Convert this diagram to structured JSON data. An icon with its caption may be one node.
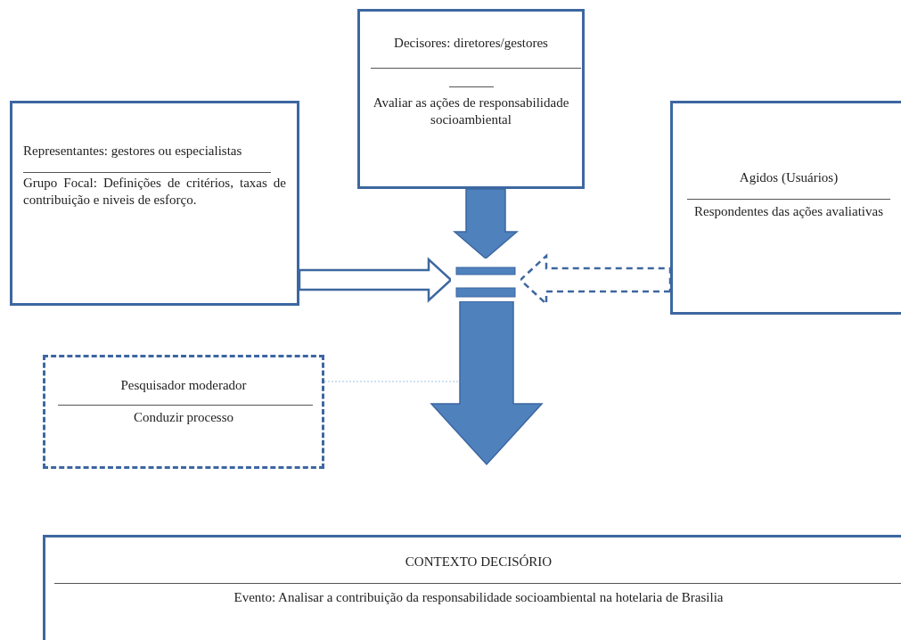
{
  "diagram": {
    "nodes": [
      {
        "text": [
          "Decisores: diretores/gestores",
          "Avaliar as ações de responsabilidade socioambiental"
        ]
      },
      {
        "text": [
          "Representantes: gestores ou especialistas",
          "Grupo Focal: Definições de critérios, taxas de contribuição e niveis de esforço."
        ]
      },
      {
        "text": [
          "Agidos (Usuários)",
          "Respondentes das ações avaliativas"
        ]
      },
      {
        "text": [],
        "shape": "bar"
      },
      {
        "text": [
          "Pesquisador moderador",
          "Conduzir processo"
        ]
      },
      {
        "text": [
          "CONTEXTO DECISÓRIO",
          "Evento: Analisar a contribuição da responsabilidade socioambiental na hotelaria de Brasilia"
        ]
      }
    ],
    "edges": [
      {
        "from": 0,
        "to": 3,
        "arrow": "to",
        "style": "thick"
      },
      {
        "from": 1,
        "to": 3,
        "arrow": "to"
      },
      {
        "from": 2,
        "to": 3,
        "arrow": "to",
        "style": "dashed"
      },
      {
        "from": 3,
        "to": null,
        "arrow": "to",
        "style": "thick"
      },
      {
        "from": 4,
        "to": null,
        "arrow": "none",
        "style": "dashed",
        "color": "#9dc3e6"
      }
    ]
  }
}
